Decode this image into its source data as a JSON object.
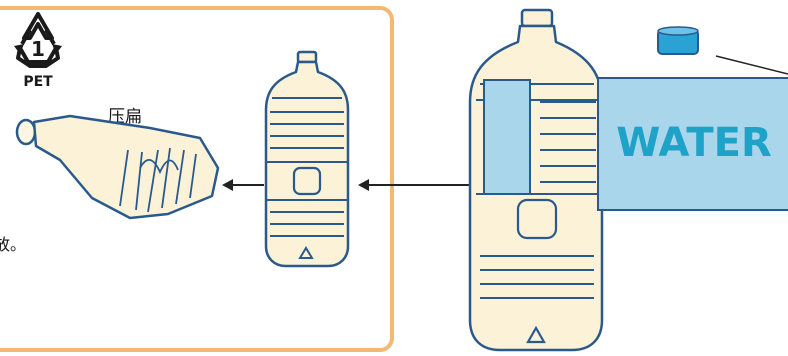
{
  "recycle_symbol": {
    "number": "1",
    "material": "PET",
    "icon": "recycle-triangle-icon"
  },
  "flatten_label": "压扁",
  "left_partial_text": "放。",
  "label_text": "WATER",
  "colors": {
    "panel_border": "#f3b874",
    "bottle_outline": "#2a5a8c",
    "bottle_fill": "#fbf2d8",
    "label_fill": "#a9d6ea",
    "label_text": "#1ea2c8",
    "cap_fill": "#2aa3d4",
    "arrow": "#222222"
  }
}
